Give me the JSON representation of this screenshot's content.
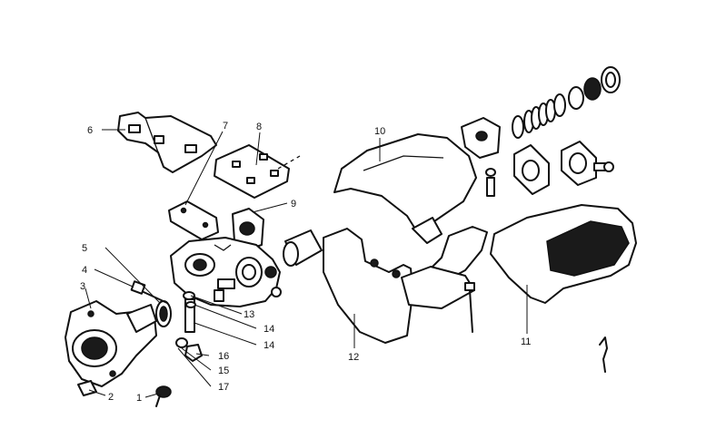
{
  "diagram": {
    "callouts": [
      {
        "id": "1",
        "text": "1"
      },
      {
        "id": "2",
        "text": "2"
      },
      {
        "id": "3",
        "text": "3"
      },
      {
        "id": "4",
        "text": "4"
      },
      {
        "id": "5",
        "text": "5"
      },
      {
        "id": "6",
        "text": "6"
      },
      {
        "id": "7",
        "text": "7"
      },
      {
        "id": "8",
        "text": "8"
      },
      {
        "id": "9",
        "text": "9"
      },
      {
        "id": "10",
        "text": "10"
      },
      {
        "id": "11",
        "text": "11"
      },
      {
        "id": "12",
        "text": "12"
      },
      {
        "id": "13",
        "text": "13"
      },
      {
        "id": "14a",
        "text": "14"
      },
      {
        "id": "14b",
        "text": "14"
      },
      {
        "id": "15",
        "text": "15"
      },
      {
        "id": "16",
        "text": "16"
      },
      {
        "id": "17",
        "text": "17"
      }
    ]
  }
}
